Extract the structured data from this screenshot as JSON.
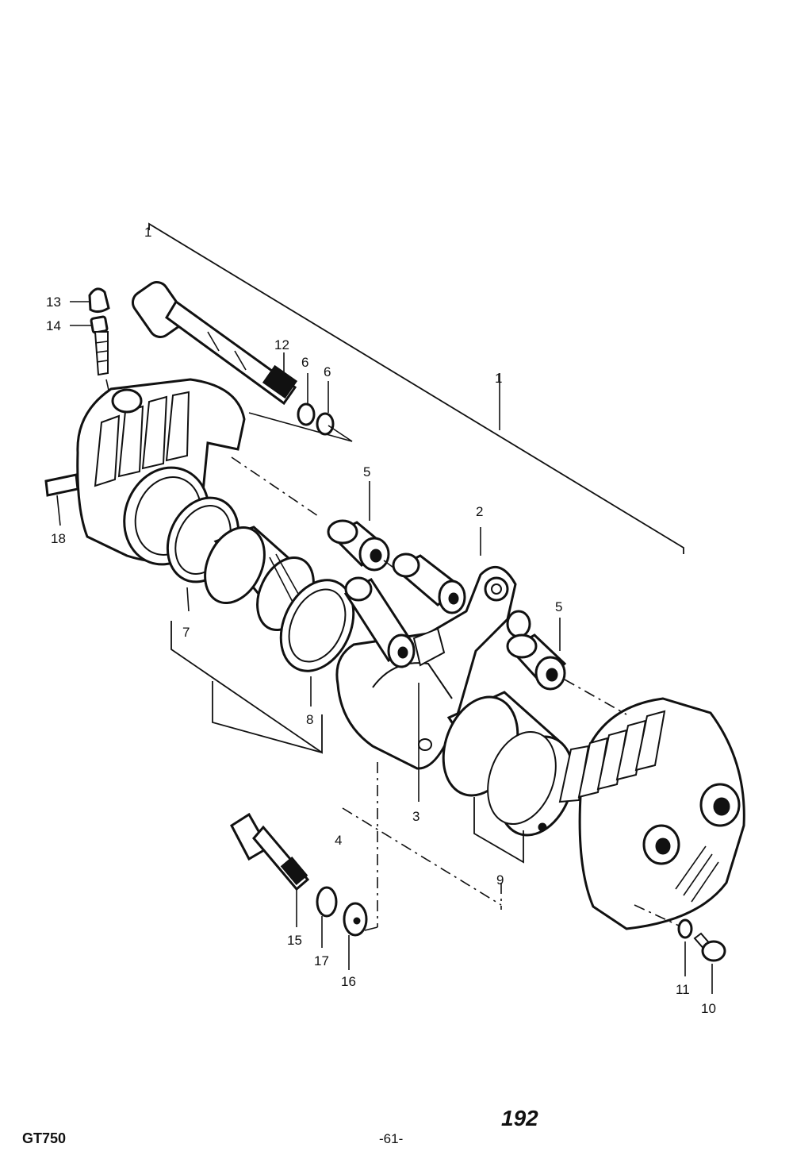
{
  "diagram": {
    "labels": {
      "p1a": "1",
      "p1b": "1",
      "p2": "2",
      "p3": "3",
      "p4": "4",
      "p5a": "5",
      "p5b": "5",
      "p6a": "6",
      "p6b": "6",
      "p7": "7",
      "p8": "8",
      "p9": "9",
      "p10": "10",
      "p11": "11",
      "p12": "12",
      "p13": "13",
      "p14": "14",
      "p15": "15",
      "p16": "16",
      "p17": "17",
      "p18": "18"
    }
  },
  "footer": {
    "model": "GT750",
    "page": "-61-",
    "sheet": "192"
  }
}
